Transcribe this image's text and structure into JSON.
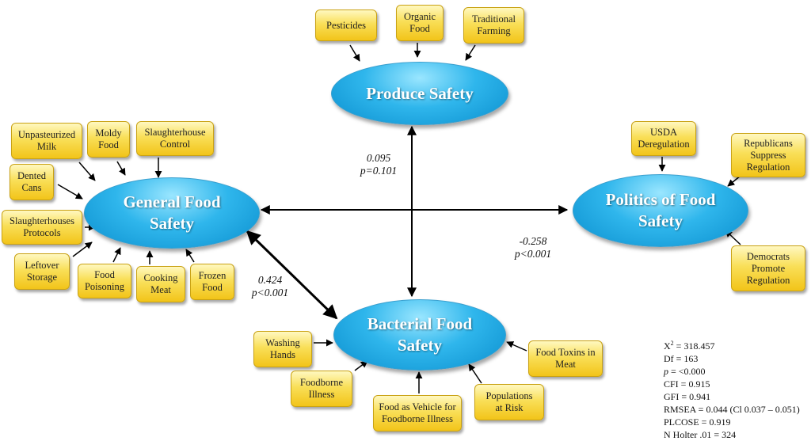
{
  "constructs": {
    "produce": "Produce Safety",
    "general": "General Food\nSafety",
    "politics": "Politics of Food\nSafety",
    "bacterial": "Bacterial Food\nSafety"
  },
  "indicators": {
    "pesticides": "Pesticides",
    "organic_food": "Organic\nFood",
    "traditional_farming": "Traditional\nFarming",
    "unpasteurized_milk": "Unpasteurized\nMilk",
    "moldy_food": "Moldy\nFood",
    "slaughterhouse_control": "Slaughterhouse\nControl",
    "dented_cans": "Dented\nCans",
    "slaughterhouses_protocols": "Slaughterhouses\nProtocols",
    "leftover_storage": "Leftover\nStorage",
    "food_poisoning": "Food\nPoisoning",
    "cooking_meat": "Cooking\nMeat",
    "frozen_food": "Frozen\nFood",
    "usda_deregulation": "USDA\nDeregulation",
    "republicans_suppress_regulation": "Republicans\nSuppress\nRegulation",
    "democrats_promote_regulation": "Democrats\nPromote\nRegulation",
    "washing_hands": "Washing\nHands",
    "foodborne_illness": "Foodborne\nIllness",
    "food_as_vehicle": "Food as Vehicle for\nFoodborne Illness",
    "populations_at_risk": "Populations\nat Risk",
    "food_toxins_in_meat": "Food Toxins in\nMeat"
  },
  "paths": {
    "general_produce": "0.095\np=0.101",
    "general_politics": "-0.258\np<0.001",
    "general_bacterial": "0.424\np<0.001"
  },
  "fit_stats": {
    "chi_label": "X",
    "chi_sup": "2",
    "chi_value": " = 318.457",
    "df": "Df = 163",
    "p_letter": "p",
    "p_value": " = <0.000",
    "cfi": "CFI = 0.915",
    "gfi": "GFI = 0.941",
    "rmsea": "RMSEA = 0.044 (Cl 0.037 – 0.051)",
    "pclose": "PLCOSE = 0.919",
    "n_holter": "N Holter .01 = 324"
  }
}
